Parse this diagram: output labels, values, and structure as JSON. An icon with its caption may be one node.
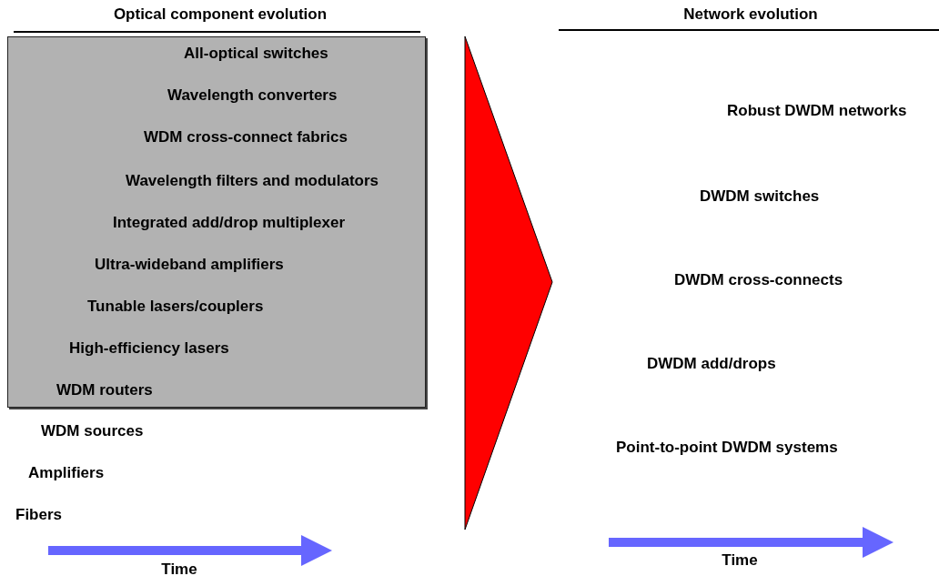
{
  "diagram": {
    "nodes": [
      {
        "text": [
          "All-optical switches",
          "Wavelength converters",
          "WDM cross-connect fabrics",
          "Wavelength filters and modulators",
          "Integrated add/drop multiplexer",
          "Ultra-wideband amplifiers",
          "Tunable lasers/couplers",
          "High-efficiency lasers",
          "WDM routers"
        ]
      }
    ],
    "edges": [],
    "labels": [
      "Optical component evolution",
      "Network evolution",
      "Robust DWDM networks",
      "DWDM switches",
      "DWDM cross-connects",
      "DWDM add/drops",
      "WDM sources",
      "Point-to-point DWDM systems",
      "Amplifiers",
      "Fibers",
      "Time",
      "Time"
    ]
  }
}
